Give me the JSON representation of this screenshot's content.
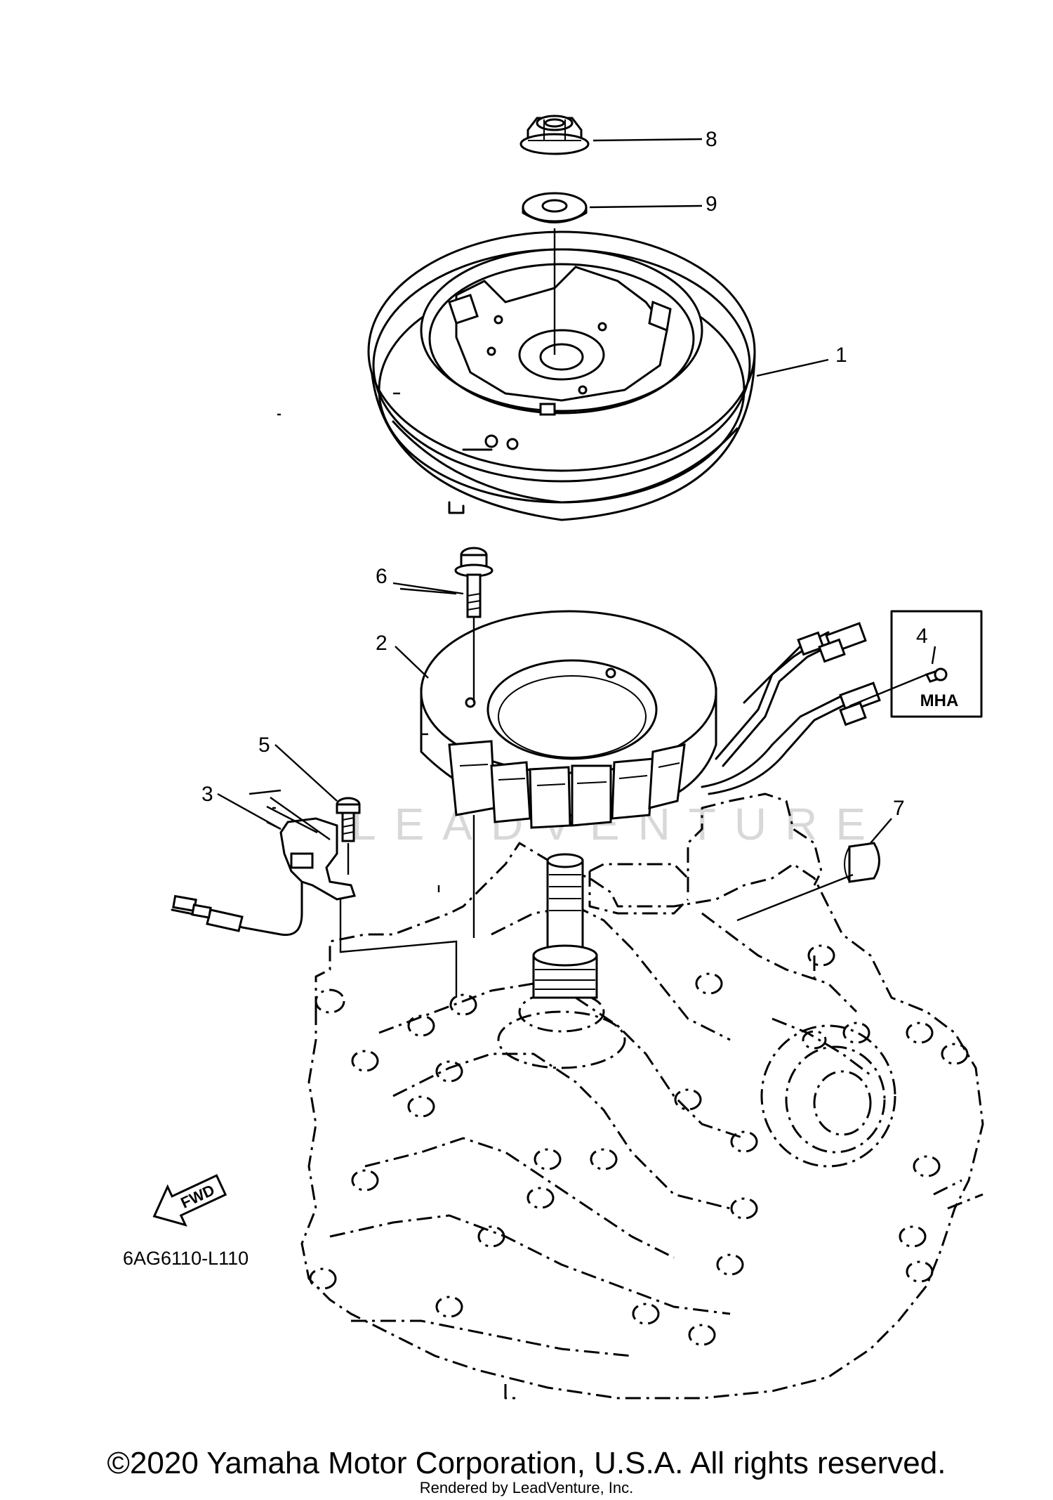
{
  "diagram": {
    "callouts": [
      {
        "id": "1",
        "label": "1"
      },
      {
        "id": "2",
        "label": "2"
      },
      {
        "id": "3",
        "label": "3"
      },
      {
        "id": "4",
        "label": "4"
      },
      {
        "id": "5",
        "label": "5"
      },
      {
        "id": "6",
        "label": "6"
      },
      {
        "id": "7",
        "label": "7"
      },
      {
        "id": "8",
        "label": "8"
      },
      {
        "id": "9",
        "label": "9"
      }
    ],
    "variant_box_label": "MHA",
    "fwd_label": "FWD",
    "diagram_code": "6AG6110-L110",
    "watermark": "LEADVENTURE"
  },
  "footer": {
    "copyright": "©2020 Yamaha Motor Corporation, U.S.A. All rights reserved.",
    "rendered_by": "Rendered by LeadVenture, Inc."
  }
}
